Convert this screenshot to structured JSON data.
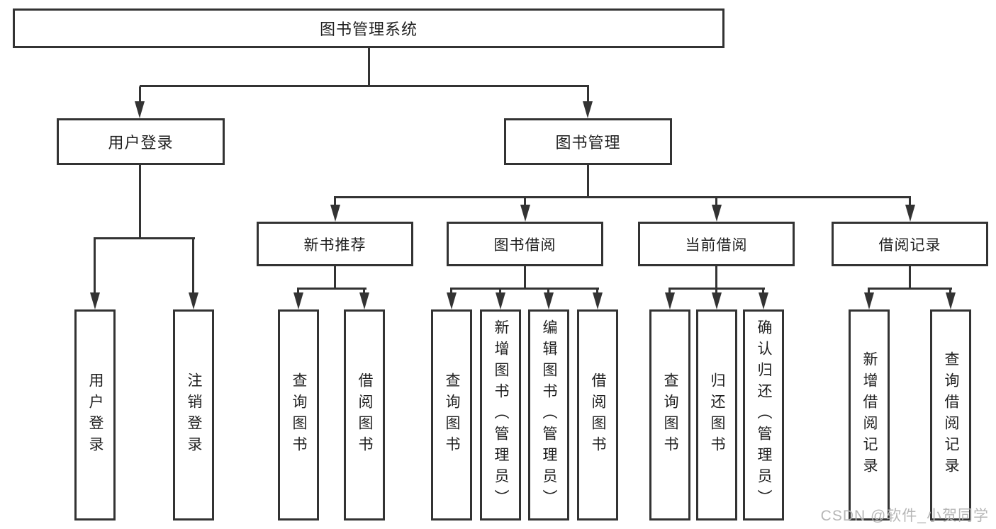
{
  "diagram": {
    "title": "图书管理系统",
    "type": "hierarchy-tree",
    "colors": {
      "line": "#333333",
      "box_border": "#333333",
      "text": "#1f1f1f",
      "watermark": "#b3b3b3",
      "background": "#ffffff"
    },
    "watermark": {
      "text": "CSDN @软件_小贺同学"
    },
    "nodes": {
      "root": {
        "label": "图书管理系统"
      },
      "user_login": {
        "label": "用户登录"
      },
      "book_mgmt": {
        "label": "图书管理"
      },
      "login": {
        "label": "用户登录"
      },
      "logout": {
        "label": "注销登录"
      },
      "new_book_rec": {
        "label": "新书推荐"
      },
      "book_borrow": {
        "label": "图书借阅"
      },
      "current_borrow": {
        "label": "当前借阅"
      },
      "borrow_records": {
        "label": "借阅记录"
      },
      "rec_query": {
        "label": "查询图书"
      },
      "rec_borrow": {
        "label": "借阅图书"
      },
      "bb_query": {
        "label": "查询图书"
      },
      "bb_add": {
        "label": "新增图书（管理员）"
      },
      "bb_edit": {
        "label": "编辑图书（管理员）"
      },
      "bb_borrow": {
        "label": "借阅图书"
      },
      "cb_query": {
        "label": "查询图书"
      },
      "cb_return": {
        "label": "归还图书"
      },
      "cb_confirm": {
        "label": "确认归还（管理员）"
      },
      "br_add": {
        "label": "新增借阅记录"
      },
      "br_query": {
        "label": "查询借阅记录"
      }
    },
    "edges": [
      "root->user_login",
      "root->book_mgmt",
      "user_login->login",
      "user_login->logout",
      "book_mgmt->new_book_rec",
      "book_mgmt->book_borrow",
      "book_mgmt->current_borrow",
      "book_mgmt->borrow_records",
      "new_book_rec->rec_query",
      "new_book_rec->rec_borrow",
      "book_borrow->bb_query",
      "book_borrow->bb_add",
      "book_borrow->bb_edit",
      "book_borrow->bb_borrow",
      "current_borrow->cb_query",
      "current_borrow->cb_return",
      "current_borrow->cb_confirm",
      "borrow_records->br_add",
      "borrow_records->br_query"
    ]
  }
}
